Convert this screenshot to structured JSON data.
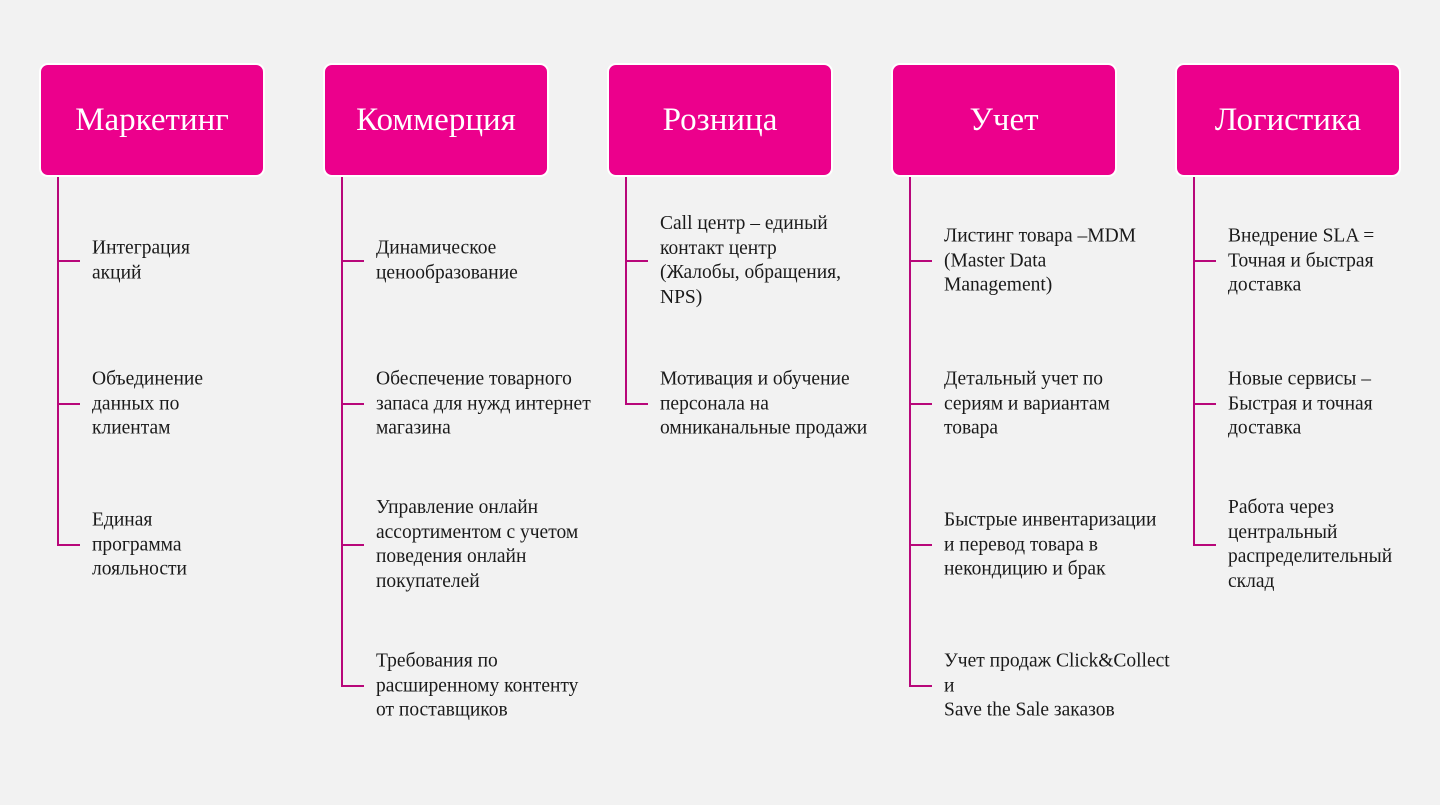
{
  "colors": {
    "header": "#ec008c",
    "line": "#b8077a"
  },
  "columns": [
    {
      "title": "Маркетинг",
      "items": [
        "Интеграция\nакций",
        "Объединение\nданных по\nклиентам",
        "Единая\nпрограмма\nлояльности"
      ]
    },
    {
      "title": "Коммерция",
      "items": [
        "Динамическое\nценообразование",
        "Обеспечение товарного\nзапаса для нужд интернет\nмагазина",
        "Управление онлайн\nассортиментом с учетом\nповедения онлайн\nпокупателей",
        "Требования по\nрасширенному контенту\nот поставщиков"
      ]
    },
    {
      "title": "Розница",
      "items": [
        "Call центр – единый\nконтакт центр\n(Жалобы, обращения,\nNPS)",
        "Мотивация и обучение\nперсонала на\nомниканальные продажи"
      ]
    },
    {
      "title": "Учет",
      "items": [
        "Листинг товара –MDM\n(Master Data\nManagement)",
        "Детальный учет по\nсериям и вариантам\nтовара",
        "Быстрые инвентаризации\nи перевод товара в\nнекондицию и брак",
        "Учет продаж Click&Collect\nи\nSave the Sale заказов"
      ]
    },
    {
      "title": "Логистика",
      "items": [
        "Внедрение SLA =\nТочная и быстрая\nдоставка",
        "Новые сервисы –\nБыстрая и точная\nдоставка",
        "Работа через\nцентральный\nраспределительный\nсклад"
      ]
    }
  ]
}
